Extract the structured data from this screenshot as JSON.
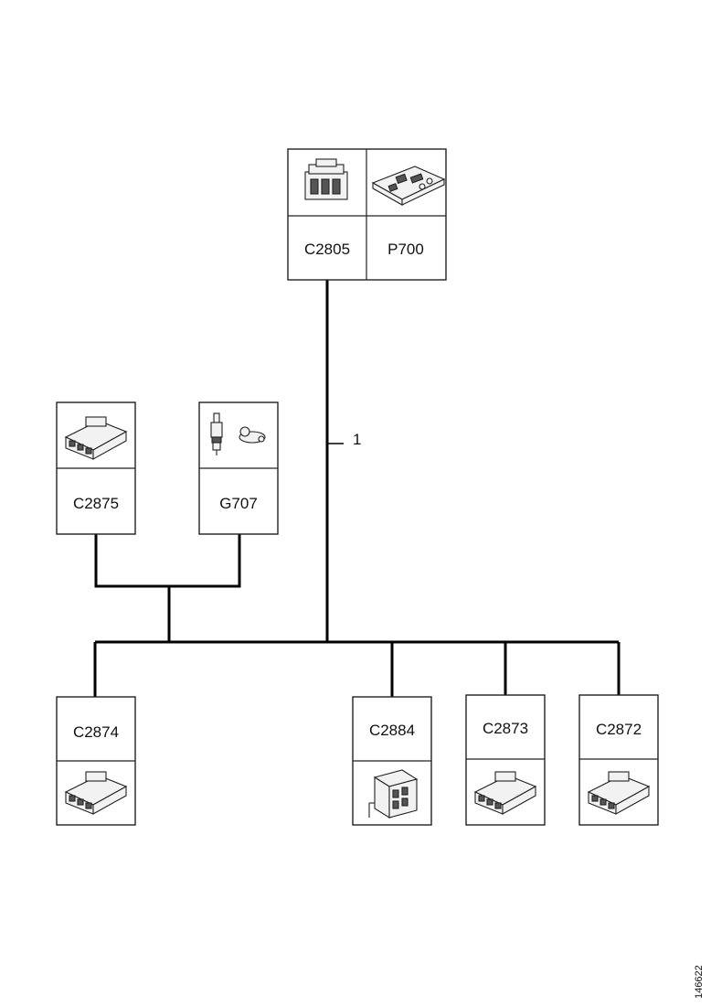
{
  "connectors": {
    "c2805": "C2805",
    "p700": "P700",
    "c2875": "C2875",
    "g707": "G707",
    "c2874": "C2874",
    "c2884": "C2884",
    "c2873": "C2873",
    "c2872": "C2872"
  },
  "wire_label": "1",
  "reference_number": "146622",
  "icons": {
    "c2805": "multi-pin-connector-icon",
    "p700": "circuit-board-icon",
    "c2875": "connector-plug-icon",
    "g707": "spark-plug-ground-icon",
    "c2874": "connector-plug-icon",
    "c2884": "block-connector-icon",
    "c2873": "connector-plug-icon",
    "c2872": "connector-plug-icon"
  }
}
